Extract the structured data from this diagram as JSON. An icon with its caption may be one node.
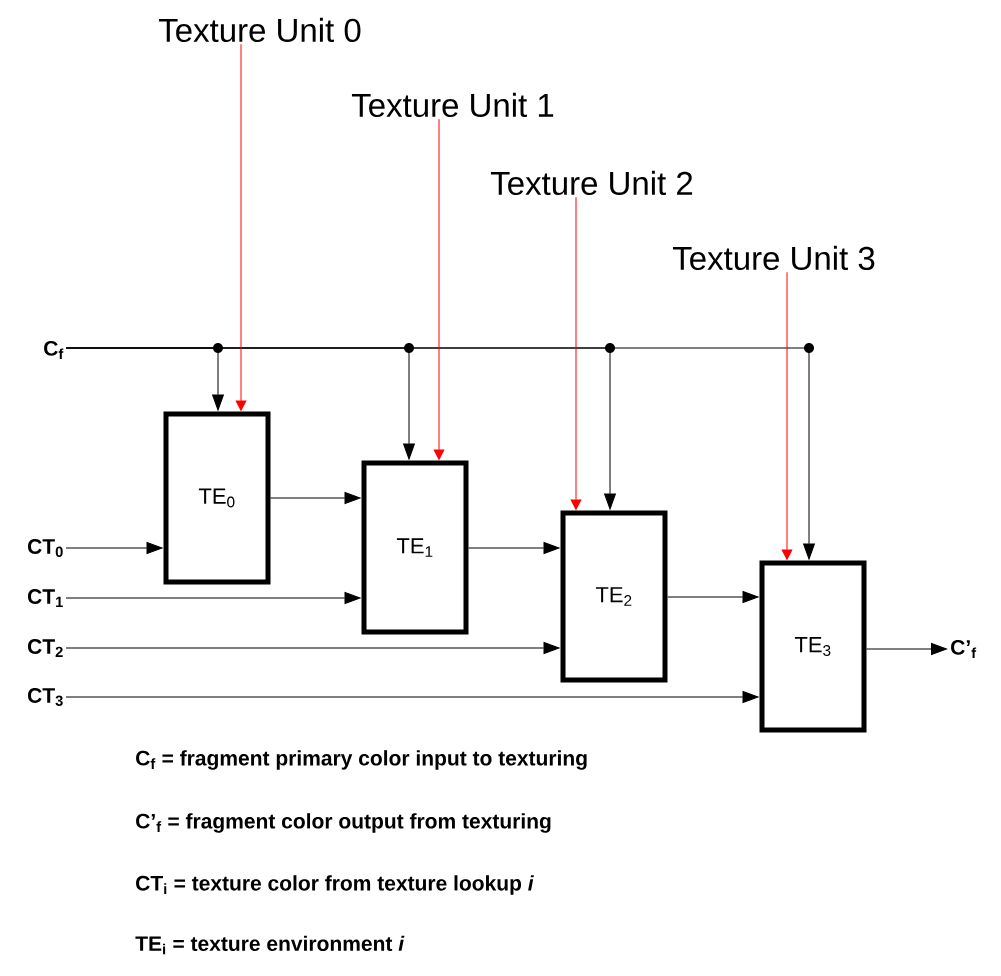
{
  "diagram": {
    "nodes": [
      {
        "text": [
          "TE$_{0}$"
        ]
      },
      {
        "text": [
          "TE$_{1}$"
        ]
      },
      {
        "text": [
          "TE$_{2}$"
        ]
      },
      {
        "text": [
          "TE$_{3}$"
        ]
      },
      {
        "text": [
          "Texture Unit 0"
        ]
      },
      {
        "text": [
          "Texture Unit 1"
        ]
      },
      {
        "text": [
          "Texture Unit 2"
        ]
      },
      {
        "text": [
          "Texture Unit 3"
        ]
      },
      {
        "text": [
          "C$_{f}$"
        ]
      },
      {
        "text": [
          "CT$_{0}$"
        ]
      },
      {
        "text": [
          "CT$_{1}$"
        ]
      },
      {
        "text": [
          "CT$_{2}$"
        ]
      },
      {
        "text": [
          "CT$_{3}$"
        ]
      },
      {
        "text": [
          "C’$_{f}$"
        ]
      }
    ],
    "edges": [
      {
        "from": 8,
        "to": 0,
        "arrow": "to"
      },
      {
        "from": 8,
        "to": 1,
        "arrow": "to"
      },
      {
        "from": 8,
        "to": 2,
        "arrow": "to"
      },
      {
        "from": 8,
        "to": 3,
        "arrow": "to"
      },
      {
        "from": 4,
        "to": 0,
        "arrow": "to",
        "color": "#ff0000"
      },
      {
        "from": 5,
        "to": 1,
        "arrow": "to",
        "color": "#ff0000"
      },
      {
        "from": 6,
        "to": 2,
        "arrow": "to",
        "color": "#ff0000"
      },
      {
        "from": 7,
        "to": 3,
        "arrow": "to",
        "color": "#ff0000"
      },
      {
        "from": 9,
        "to": 0,
        "arrow": "to"
      },
      {
        "from": 10,
        "to": 1,
        "arrow": "to"
      },
      {
        "from": 11,
        "to": 2,
        "arrow": "to"
      },
      {
        "from": 12,
        "to": 3,
        "arrow": "to"
      },
      {
        "from": 0,
        "to": 1,
        "arrow": "to"
      },
      {
        "from": 1,
        "to": 2,
        "arrow": "to"
      },
      {
        "from": 2,
        "to": 3,
        "arrow": "to"
      },
      {
        "from": 3,
        "to": 13,
        "arrow": "to"
      }
    ],
    "labels": [
      "C$_{f}$ = fragment primary color input to texturing",
      "C’$_{f}$ = fragment color output from texturing",
      "CT$_{i}$ = texture color from texture lookup *i*",
      "TE$_{i}$ = texture environment *i*"
    ]
  }
}
